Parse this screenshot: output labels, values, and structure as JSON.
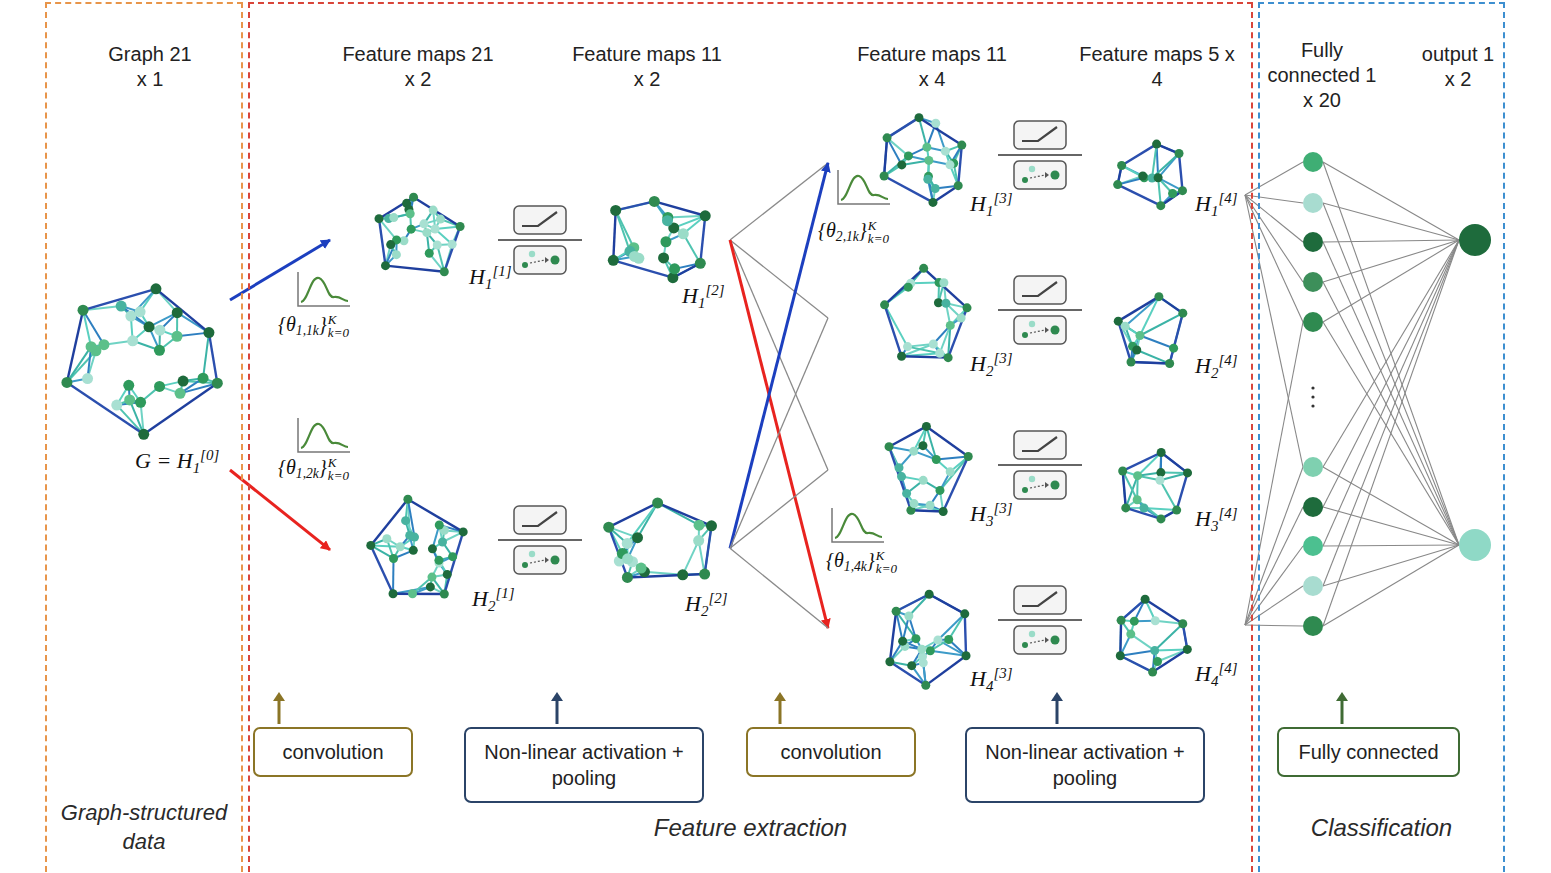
{
  "diagram": {
    "nodes": [
      {
        "text": [
          "Graph-structured data"
        ]
      },
      {
        "text": [
          "G = H1[0]"
        ],
        "in": 0
      },
      {
        "text": [
          "Feature extraction"
        ]
      },
      {
        "text": [
          "H1[1]"
        ],
        "in": 2
      },
      {
        "text": [
          "H2[1]"
        ],
        "in": 2
      },
      {
        "text": [
          "H1[2]"
        ],
        "in": 2
      },
      {
        "text": [
          "H2[2]"
        ],
        "in": 2
      },
      {
        "text": [
          "H1[3]"
        ],
        "in": 2
      },
      {
        "text": [
          "H2[3]"
        ],
        "in": 2
      },
      {
        "text": [
          "H3[3]"
        ],
        "in": 2
      },
      {
        "text": [
          "H4[3]"
        ],
        "in": 2
      },
      {
        "text": [
          "H1[4]"
        ],
        "in": 2
      },
      {
        "text": [
          "H2[4]"
        ],
        "in": 2
      },
      {
        "text": [
          "H3[4]"
        ],
        "in": 2
      },
      {
        "text": [
          "H4[4]"
        ],
        "in": 2
      },
      {
        "text": [
          "convolution"
        ],
        "in": 2
      },
      {
        "text": [
          "Non-linear activation + pooling"
        ],
        "in": 2
      },
      {
        "text": [
          "convolution"
        ],
        "in": 2
      },
      {
        "text": [
          "Non-linear activation + pooling"
        ],
        "in": 2
      },
      {
        "text": [
          "Classification"
        ]
      },
      {
        "text": [
          "Fully connected"
        ],
        "in": 19
      }
    ],
    "edges": [
      {
        "from": 1,
        "to": 3,
        "arrow": "to"
      },
      {
        "from": 1,
        "to": 4,
        "arrow": "to"
      },
      {
        "from": 5,
        "to": 7,
        "arrow": "none"
      },
      {
        "from": 5,
        "to": 8,
        "arrow": "none"
      },
      {
        "from": 5,
        "to": 9,
        "arrow": "none"
      },
      {
        "from": 5,
        "to": 10,
        "arrow": "to"
      },
      {
        "from": 6,
        "to": 7,
        "arrow": "to"
      },
      {
        "from": 6,
        "to": 8,
        "arrow": "none"
      },
      {
        "from": 6,
        "to": 9,
        "arrow": "none"
      },
      {
        "from": 6,
        "to": 10,
        "arrow": "none"
      }
    ],
    "labels": [
      "Graph 21 x 1",
      "Feature maps 21 x 2",
      "Feature maps 11 x 2",
      "Feature maps 11 x 4",
      "Feature maps 5 x 4",
      "Fully connected 1 x 20",
      "output 1 x 2",
      "{θ1,1k}k=0K",
      "{θ1,2k}k=0K",
      "{θ2,1k}k=0K",
      "{θ1,4k}k=0K"
    ]
  }
}
